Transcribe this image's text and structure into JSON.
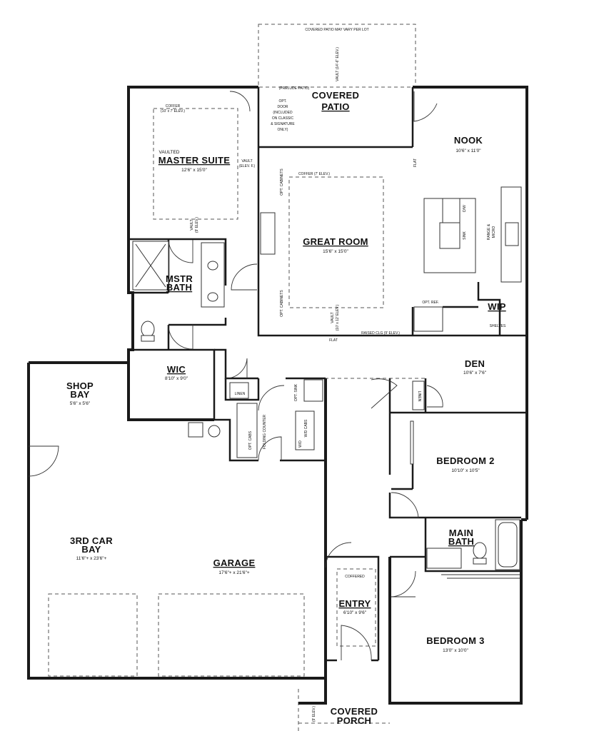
{
  "rooms": {
    "covered_patio": {
      "label1": "COVERED",
      "label2": "PATIO"
    },
    "prelude_patio": "(PRELUDE PATIO)",
    "covered_patio_note": "COVERED PATIO MAY VARY PER LOT",
    "vault_patio": "VAULT (14'-6\" ELEV.)",
    "opt_door": [
      "OPT.",
      "DOOR",
      "(INCLUDED",
      "ON CLASSIC",
      "& SIGNATURE",
      "ONLY)"
    ],
    "nook": {
      "name": "NOOK",
      "dims": "10'6\" x 11'0\""
    },
    "master_suite": {
      "vaulted": "VAULTED",
      "name": "MASTER SUITE",
      "dims": "12'6\" x 15'0\""
    },
    "coffer_master": "COFFER",
    "coffer_master_elev": "(10' x 7' ELEV.)",
    "vault_master": "VAULT",
    "vault_master_elev": "(ELEV. F.)",
    "vault_master2": "VAULT",
    "vault_master2_elev": "(9' ELEV.)",
    "great_room": {
      "name": "GREAT ROOM",
      "dims": "15'6\" x 15'0\""
    },
    "coffer_great": "COFFER (7' ELEV.)",
    "opt_cabinets": "OPT. CABINETS",
    "vault_great": "VAULT",
    "vault_great_elev": "(10' x 12' ELEV.)",
    "raised_clg": "RAISED CLG (9' ELEV.)",
    "flat": "FLAT",
    "dw": "D/W",
    "sink": "SINK",
    "range": "RANGE &",
    "micro": "MICRO",
    "opt_ref": "OPT. REF.",
    "wip": "WIP",
    "shelves": "SHELVES",
    "mstr_bath": {
      "l1": "MSTR",
      "l2": "BATH"
    },
    "wic": {
      "name": "WIC",
      "dims": "8'10\" x 9'0\""
    },
    "linen": "LINEN",
    "linen2": "LINEN",
    "opt_sink": "OPT. SINK",
    "folding_counter": "FOLDING COUNTER",
    "opt_cabs": "OPT. CABS",
    "wd_cabs": "W/D CABS",
    "wd": "W/D",
    "den": {
      "name": "DEN",
      "dims": "10'6\" x 7'6\""
    },
    "bedroom2": {
      "name": "BEDROOM 2",
      "dims": "10'10\" x 10'5\""
    },
    "main_bath": {
      "l1": "MAIN",
      "l2": "BATH"
    },
    "shop_bay": {
      "l1": "SHOP",
      "l2": "BAY",
      "dims": "5'6\" x 5'6\""
    },
    "third_car_bay": {
      "l1": "3RD CAR",
      "l2": "BAY",
      "dims": "11'6\"+ x 23'6\"+"
    },
    "garage": {
      "name": "GARAGE",
      "dims": "17'6\"+ x 21'6\"+"
    },
    "entry": {
      "coffered": "COFFERED",
      "name": "ENTRY",
      "dims": "6'10\" x 9'6\""
    },
    "bedroom3": {
      "name": "BEDROOM 3",
      "dims": "13'0\" x 10'0\""
    },
    "covered_porch": {
      "l1": "COVERED",
      "l2": "PORCH",
      "elev": "(9' ELEV.)"
    }
  }
}
